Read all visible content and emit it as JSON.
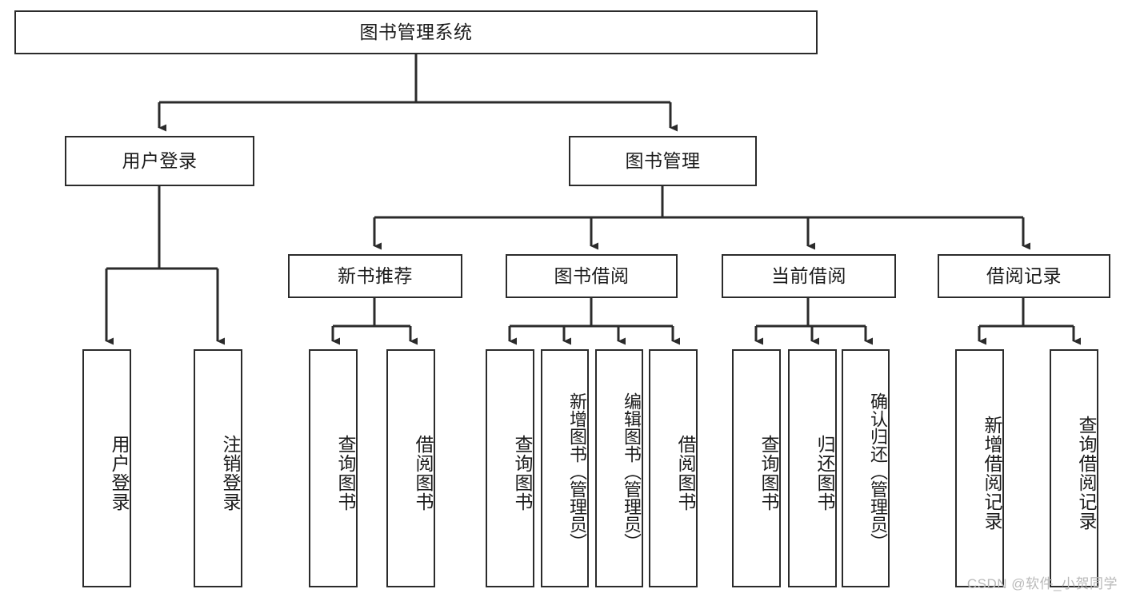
{
  "diagram": {
    "type": "tree-hierarchy",
    "title": "图书管理系统",
    "colors": {
      "background": "#ffffff",
      "box_border": "#2b2b2b",
      "box_fill": "#ffffff",
      "text": "#1b1b1b",
      "connector": "#2b2b2b",
      "watermark": "#b9b9b9"
    },
    "root": {
      "label": "图书管理系统"
    },
    "level2": [
      {
        "label": "用户登录"
      },
      {
        "label": "图书管理"
      }
    ],
    "level3": [
      {
        "label": "新书推荐"
      },
      {
        "label": "图书借阅"
      },
      {
        "label": "当前借阅"
      },
      {
        "label": "借阅记录"
      }
    ],
    "leaves": {
      "user_login": [
        {
          "label": "用户登录"
        },
        {
          "label": "注销登录"
        }
      ],
      "new_book_recommend": [
        {
          "label": "查询图书"
        },
        {
          "label": "借阅图书"
        }
      ],
      "book_borrow": [
        {
          "label": "查询图书"
        },
        {
          "label": "新增图书（管理员）"
        },
        {
          "label": "编辑图书（管理员）"
        },
        {
          "label": "借阅图书"
        }
      ],
      "current_borrow": [
        {
          "label": "查询图书"
        },
        {
          "label": "归还图书"
        },
        {
          "label": "确认归还（管理员）"
        }
      ],
      "borrow_record": [
        {
          "label": "新增借阅记录"
        },
        {
          "label": "查询借阅记录"
        }
      ]
    }
  },
  "watermark": {
    "text": "CSDN @软件_小贺同学"
  }
}
